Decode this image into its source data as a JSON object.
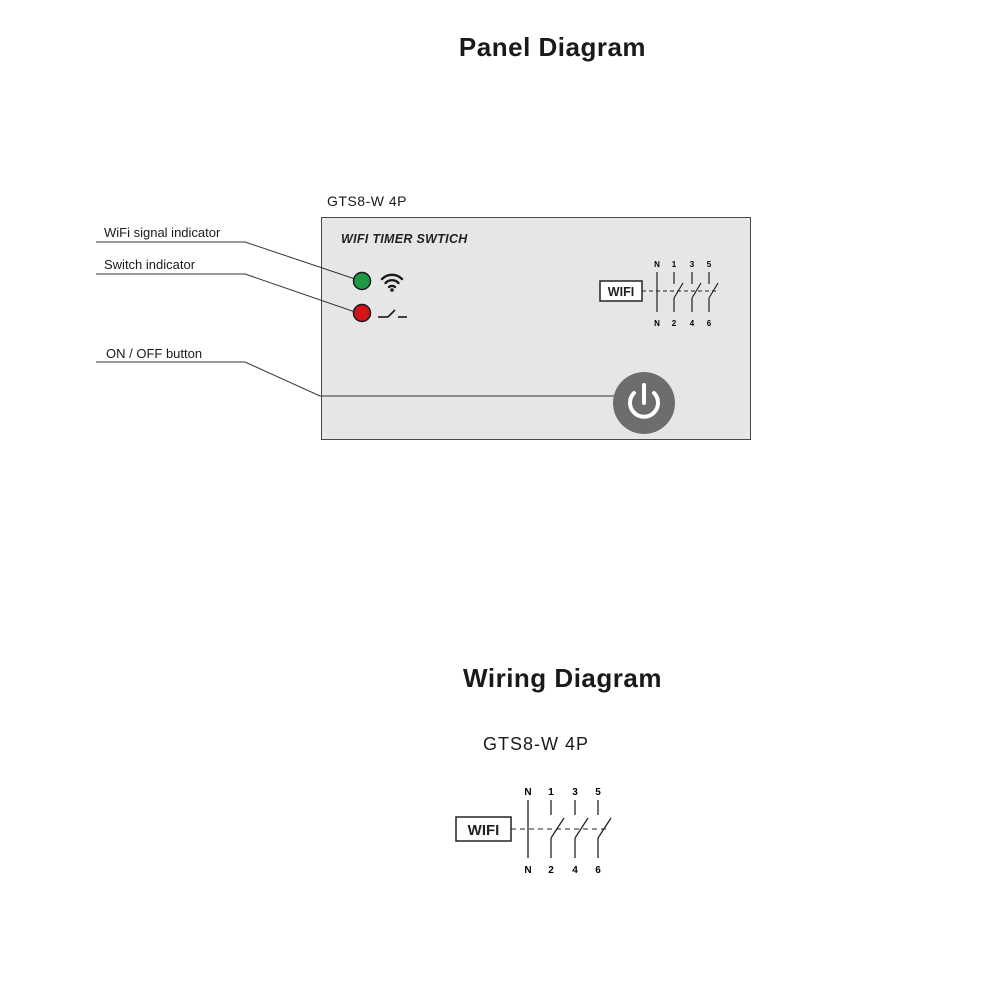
{
  "panel_diagram": {
    "title": "Panel Diagram",
    "model": "GTS8-W 4P",
    "device_label": "WIFI TIMER SWTICH",
    "callouts": {
      "wifi_indicator": "WiFi signal indicator",
      "switch_indicator": "Switch indicator",
      "onoff_button": "ON / OFF button"
    },
    "indicator_colors": {
      "wifi": "#1e9a45",
      "switch": "#d0141a"
    },
    "button_color": "#6d6d6d"
  },
  "wiring_diagram": {
    "title": "Wiring Diagram",
    "model": "GTS8-W 4P"
  },
  "schematic": {
    "box_label": "WIFI",
    "top_terminals": [
      "N",
      "1",
      "3",
      "5"
    ],
    "bottom_terminals": [
      "N",
      "2",
      "4",
      "6"
    ]
  }
}
